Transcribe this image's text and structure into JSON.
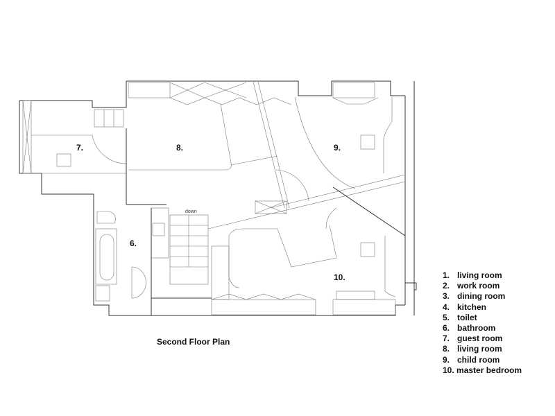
{
  "plan": {
    "title": "Second Floor Plan",
    "stair_label": "down",
    "room_labels": [
      "7.",
      "8.",
      "9.",
      "6.",
      "10."
    ]
  },
  "legend": [
    {
      "num": "1.",
      "label": "living room"
    },
    {
      "num": "2.",
      "label": "work room"
    },
    {
      "num": "3.",
      "label": "dining room"
    },
    {
      "num": "4.",
      "label": "kitchen"
    },
    {
      "num": "5.",
      "label": "toilet"
    },
    {
      "num": "6.",
      "label": "bathroom"
    },
    {
      "num": "7.",
      "label": "guest room"
    },
    {
      "num": "8.",
      "label": "living room"
    },
    {
      "num": "9.",
      "label": "child room"
    },
    {
      "num": "10.",
      "label": "master bedroom"
    }
  ]
}
